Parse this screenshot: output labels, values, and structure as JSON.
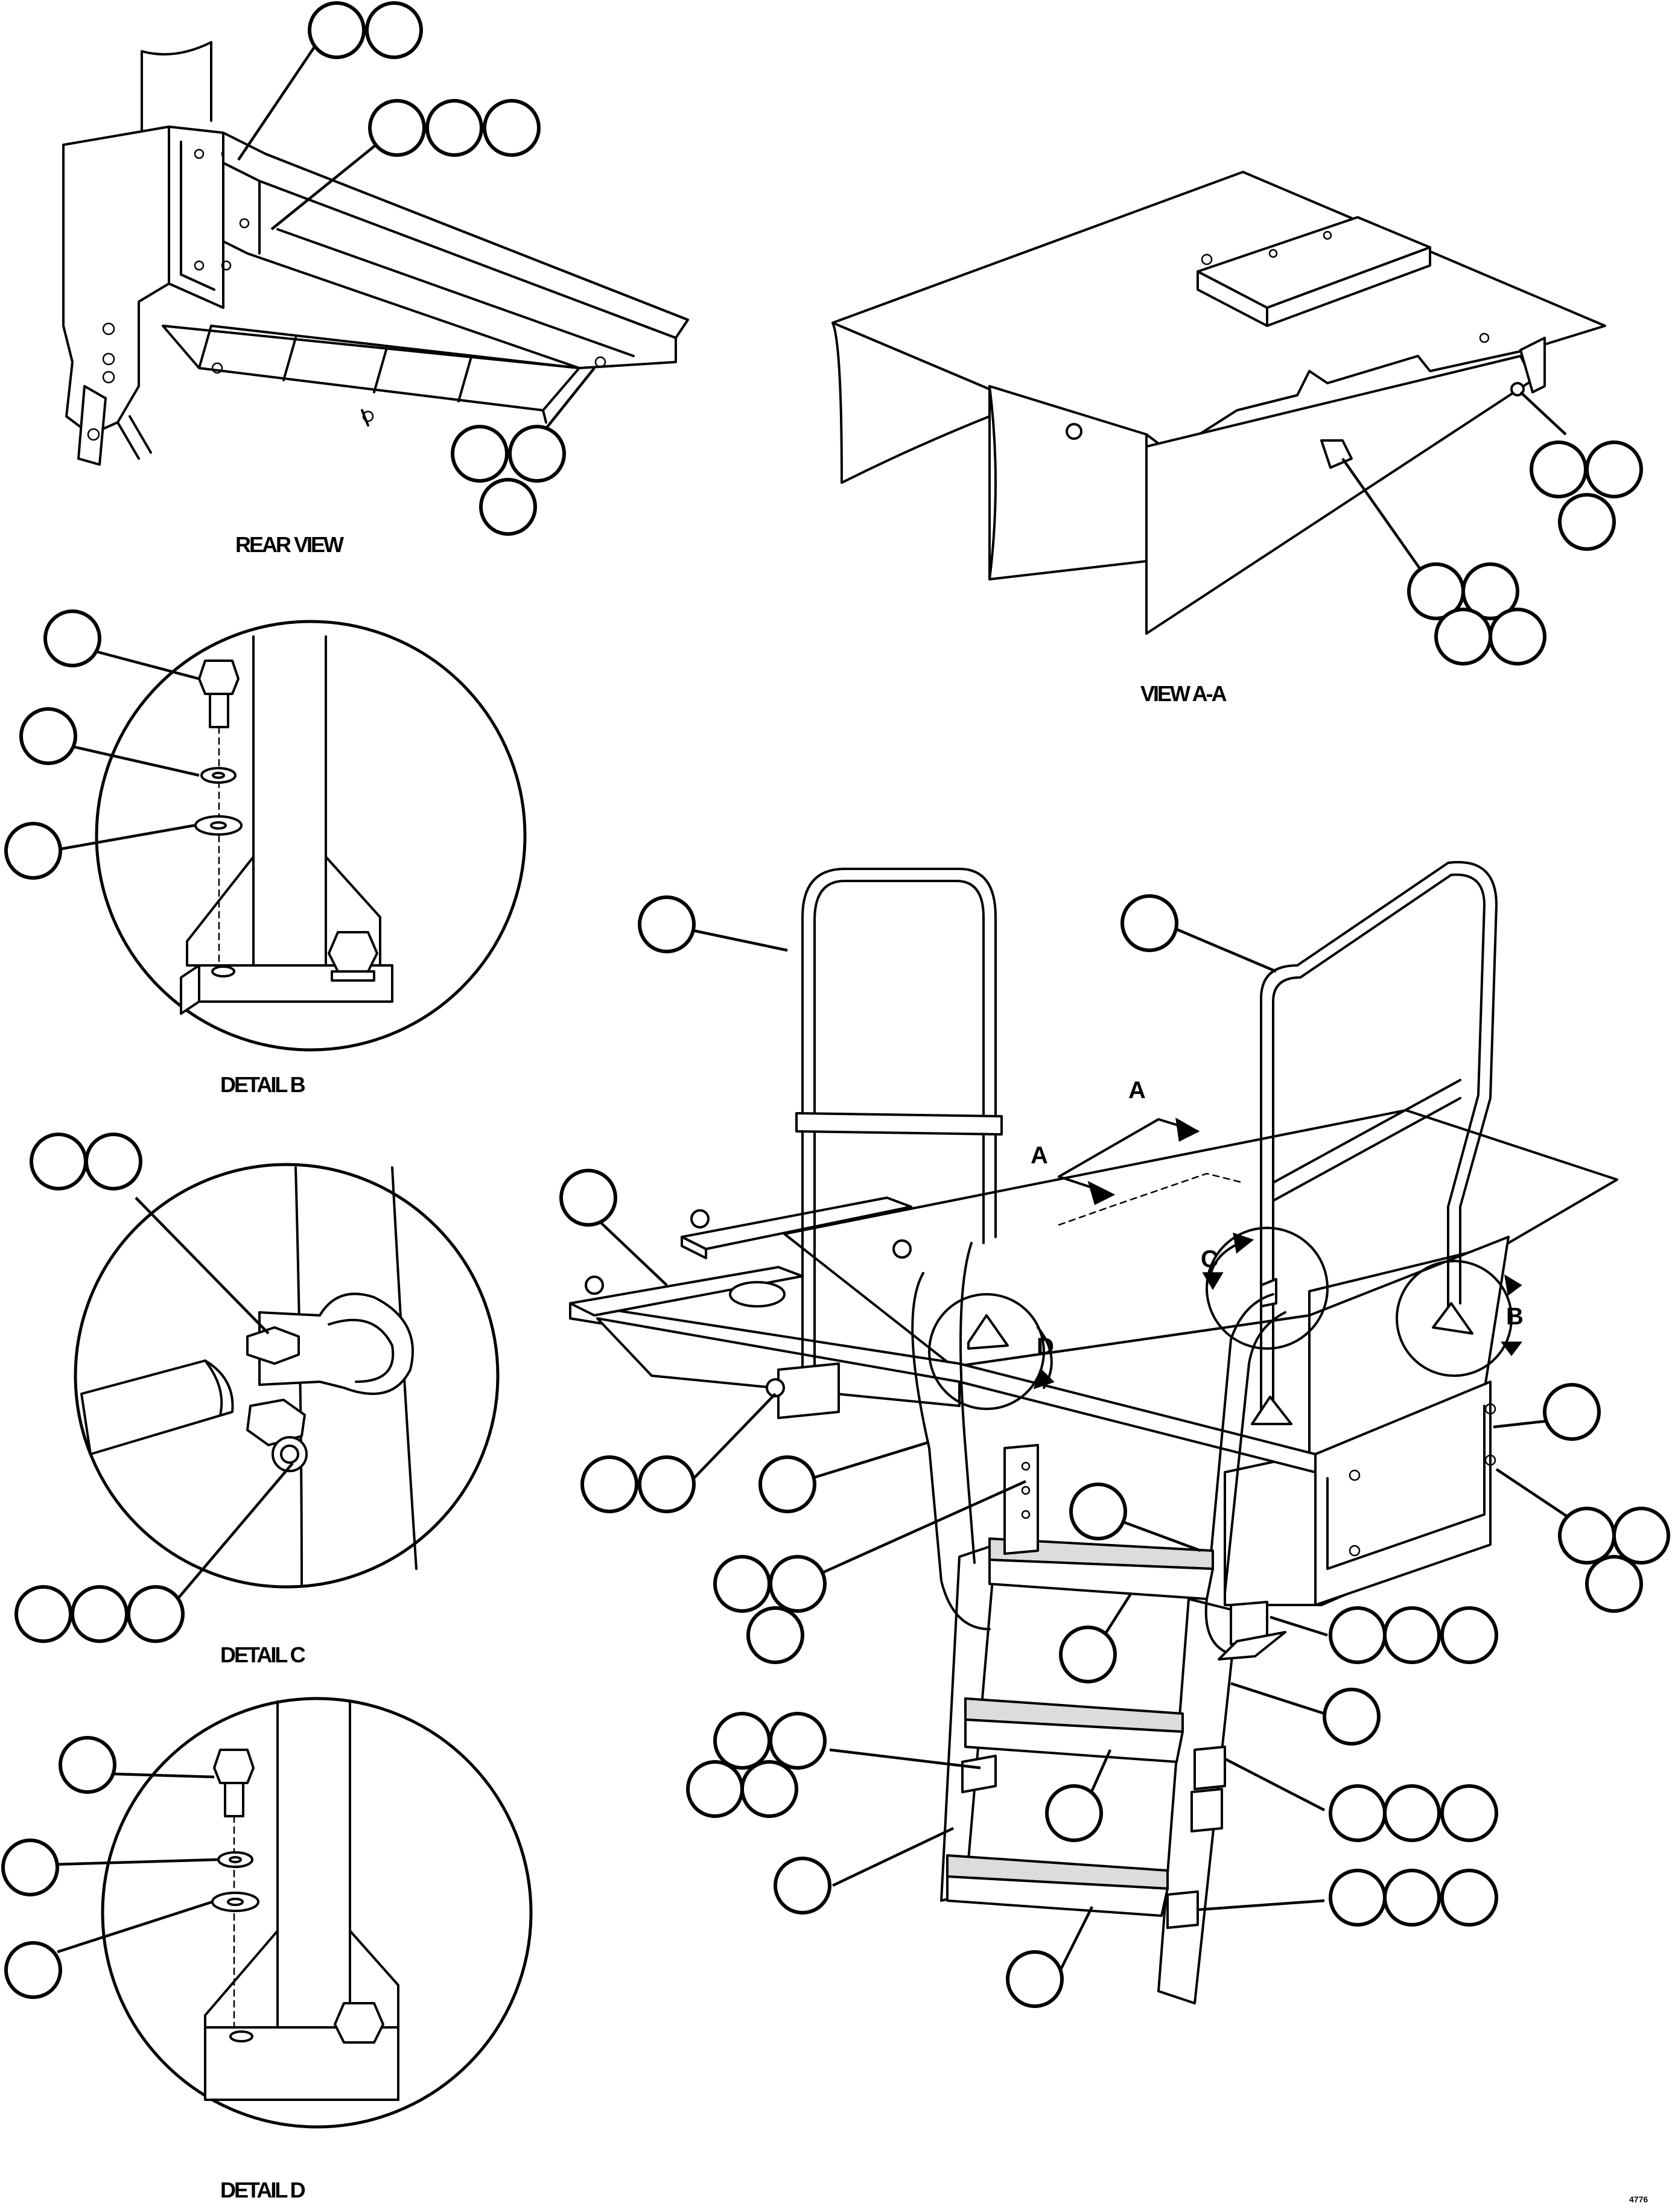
{
  "captions": {
    "rear_view": "REAR VIEW",
    "view_aa": "VIEW A-A",
    "detail_b": "DETAIL B",
    "detail_c": "DETAIL C",
    "detail_d": "DETAIL D"
  },
  "callout_letters": {
    "section_a_top": "A",
    "section_a_left": "A",
    "detail_b": "B",
    "detail_c": "C",
    "detail_d": "D"
  },
  "corner_code": "4776"
}
